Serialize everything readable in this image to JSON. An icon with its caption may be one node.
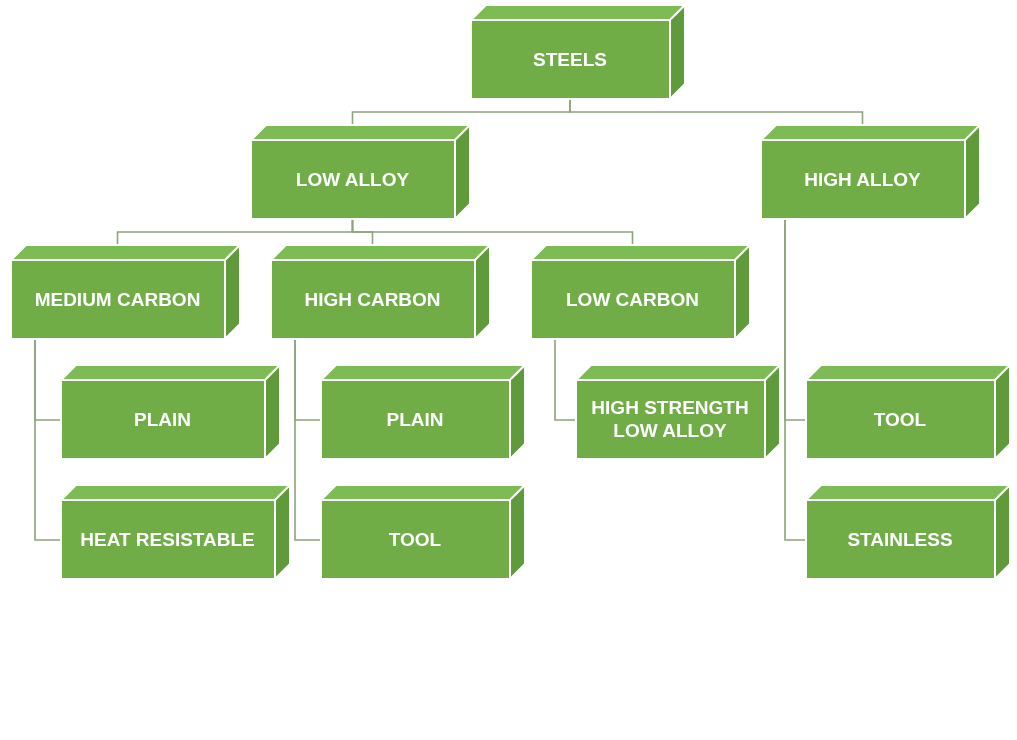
{
  "diagram": {
    "nodes": [
      {
        "text": [
          "STEELS"
        ]
      },
      {
        "text": [
          "LOW ALLOY"
        ]
      },
      {
        "text": [
          "HIGH ALLOY"
        ]
      },
      {
        "text": [
          "MEDIUM CARBON"
        ]
      },
      {
        "text": [
          "HIGH CARBON"
        ]
      },
      {
        "text": [
          "LOW CARBON"
        ]
      },
      {
        "text": [
          "PLAIN"
        ]
      },
      {
        "text": [
          "HEAT RESISTABLE"
        ]
      },
      {
        "text": [
          "PLAIN"
        ]
      },
      {
        "text": [
          "TOOL"
        ]
      },
      {
        "text": [
          "HIGH STRENGTH LOW ALLOY"
        ]
      },
      {
        "text": [
          "TOOL"
        ]
      },
      {
        "text": [
          "STAINLESS"
        ]
      }
    ],
    "edges": [
      {
        "from": 0,
        "to": 1,
        "arrow": "none"
      },
      {
        "from": 0,
        "to": 2,
        "arrow": "none"
      },
      {
        "from": 1,
        "to": 3,
        "arrow": "none"
      },
      {
        "from": 1,
        "to": 4,
        "arrow": "none"
      },
      {
        "from": 1,
        "to": 5,
        "arrow": "none"
      },
      {
        "from": 3,
        "to": 6,
        "arrow": "none"
      },
      {
        "from": 3,
        "to": 7,
        "arrow": "none"
      },
      {
        "from": 4,
        "to": 8,
        "arrow": "none"
      },
      {
        "from": 4,
        "to": 9,
        "arrow": "none"
      },
      {
        "from": 5,
        "to": 10,
        "arrow": "none"
      },
      {
        "from": 2,
        "to": 11,
        "arrow": "none"
      },
      {
        "from": 2,
        "to": 12,
        "arrow": "none"
      }
    ]
  }
}
